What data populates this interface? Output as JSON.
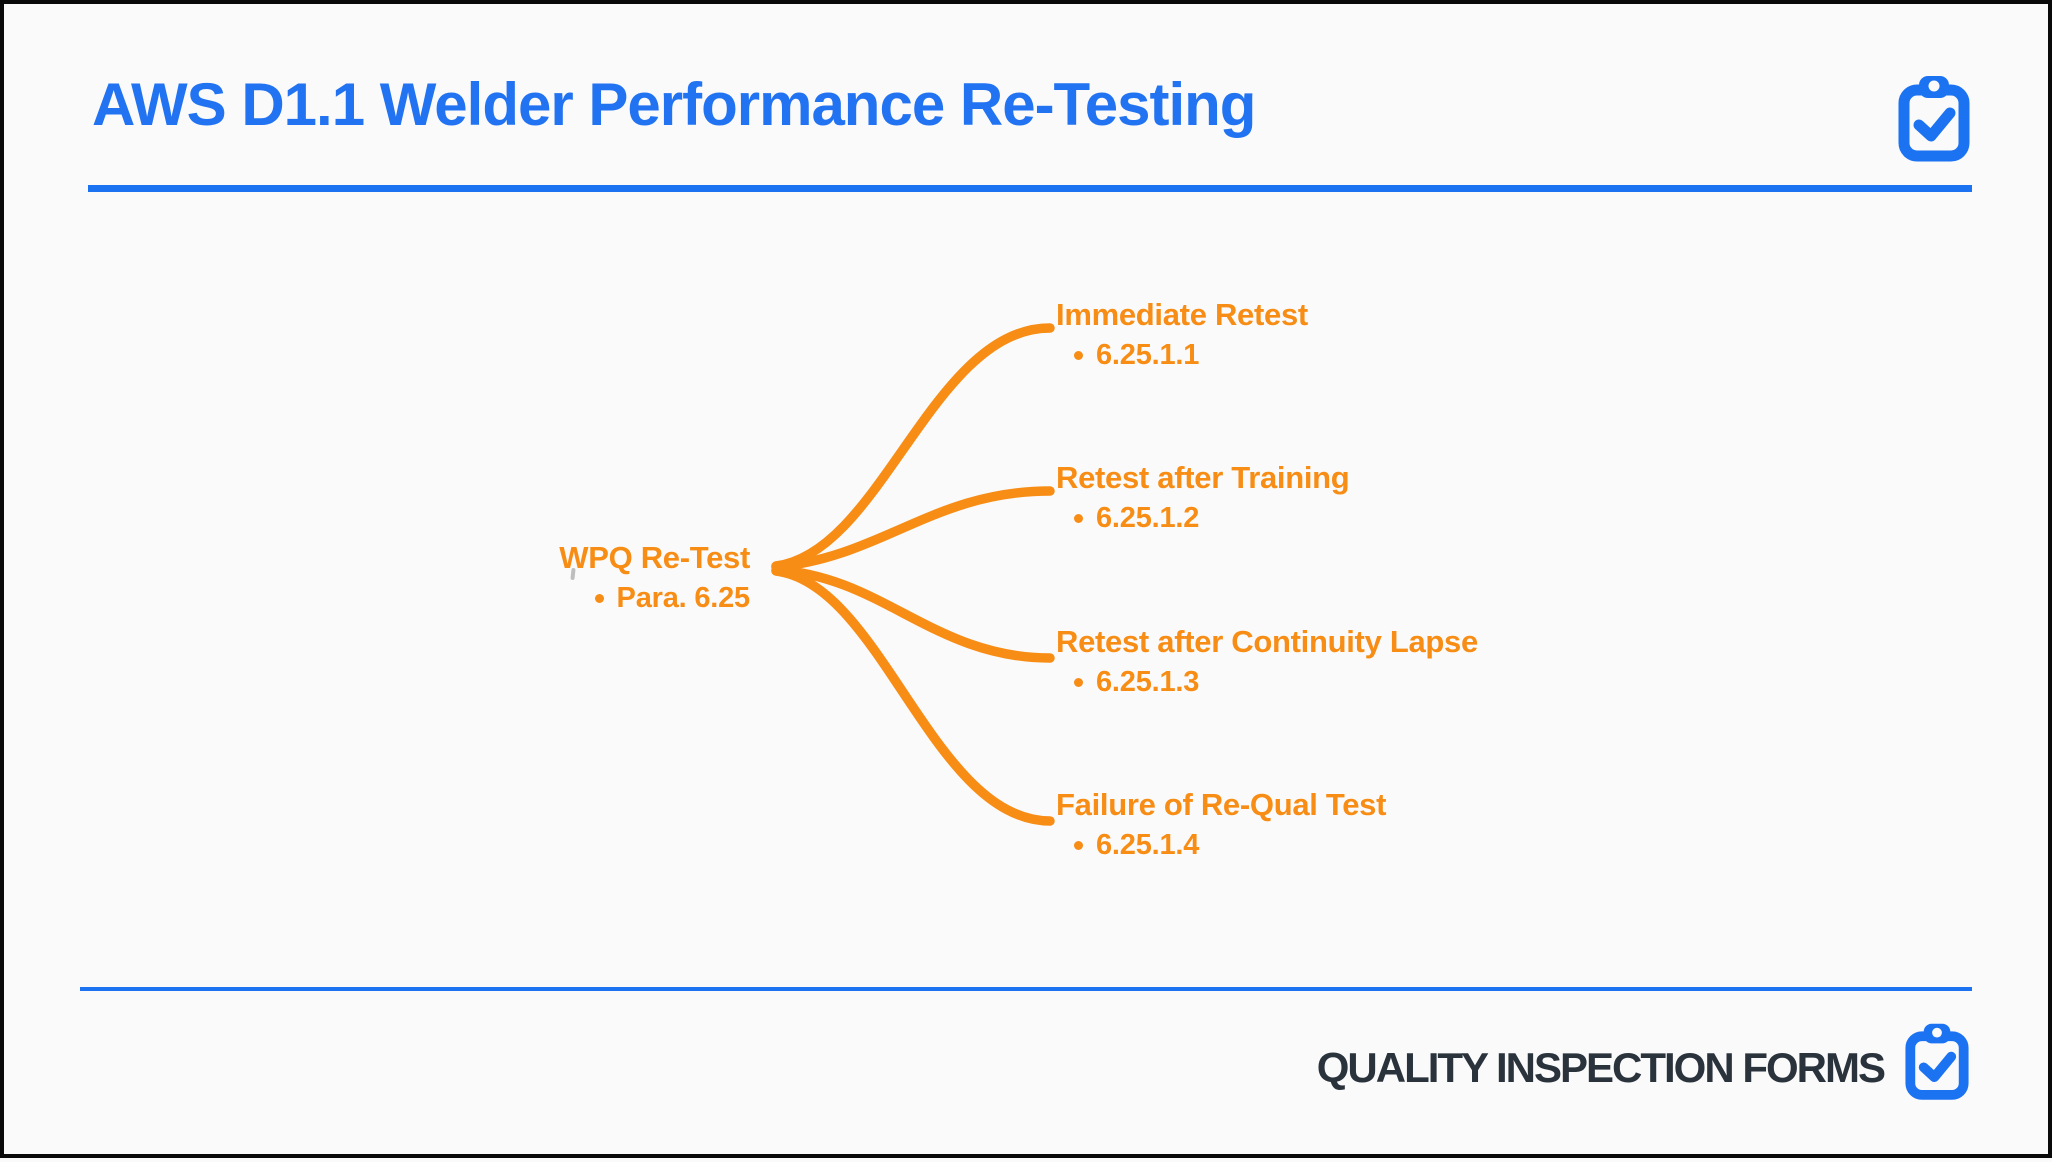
{
  "header": {
    "title": "AWS D1.1 Welder Performance Re-Testing"
  },
  "mindmap": {
    "root": {
      "label": "WPQ Re-Test",
      "sublabel": "Para. 6.25"
    },
    "branches": [
      {
        "label": "Immediate Retest",
        "sublabel": "6.25.1.1"
      },
      {
        "label": "Retest after Training",
        "sublabel": "6.25.1.2"
      },
      {
        "label": "Retest after Continuity Lapse",
        "sublabel": "6.25.1.3"
      },
      {
        "label": "Failure of Re-Qual Test",
        "sublabel": "6.25.1.4"
      }
    ]
  },
  "footer": {
    "brand": "QUALITY INSPECTION FORMS"
  },
  "icons": {
    "header": "clipboard-check-icon",
    "footer": "clipboard-check-icon"
  },
  "colors": {
    "accent_blue": "#1C73F2",
    "accent_orange": "#F78D15",
    "footer_text": "#2A333C",
    "background": "#FAFAFB",
    "frame": "#0A0A0A"
  }
}
